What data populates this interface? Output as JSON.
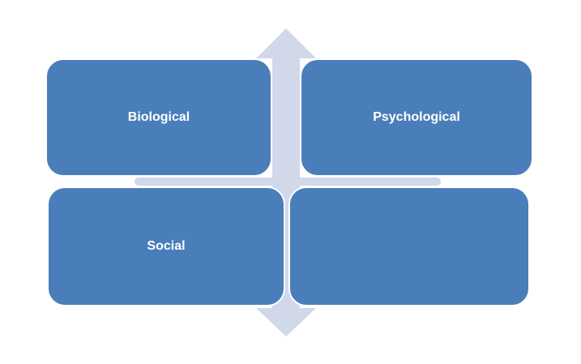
{
  "diagram": {
    "colors": {
      "box_fill": "#4A7EBB",
      "box_border": "#FFFFFF",
      "axis_fill": "#D0D8EA",
      "label_text": "#FFFFFF",
      "background": "#FFFFFF"
    },
    "quadrants": {
      "top_left": {
        "label": "Biological"
      },
      "top_right": {
        "label": "Psychological"
      },
      "bottom_left": {
        "label": "Social"
      },
      "bottom_right": {
        "label": ""
      }
    }
  }
}
